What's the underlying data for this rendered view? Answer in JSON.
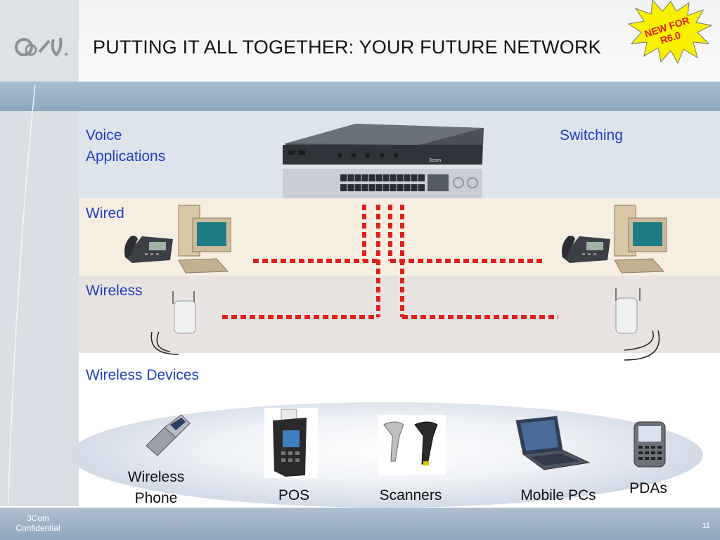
{
  "header": {
    "title": "PUTTING IT ALL TOGETHER: YOUR FUTURE NETWORK",
    "badge_line1": "NEW FOR",
    "badge_line2": "R6.0"
  },
  "bands": {
    "voice_line1": "Voice",
    "voice_line2": "Applications",
    "switching": "Switching",
    "wired": "Wired",
    "wireless": "Wireless",
    "wireless_devices": "Wireless Devices"
  },
  "devices": {
    "wireless_phone_line1": "Wireless",
    "wireless_phone_line2": "Phone",
    "pos": "POS",
    "scanners": "Scanners",
    "mobile_pcs": "Mobile PCs",
    "pdas": "PDAs"
  },
  "switch": {
    "brand": "3com"
  },
  "footer": {
    "company": "3Com",
    "confidential": "Confidential",
    "page_number": "11"
  },
  "colors": {
    "label_blue": "#1f3fbf",
    "connection_red": "#e0201a",
    "badge_yellow": "#f7f000"
  }
}
